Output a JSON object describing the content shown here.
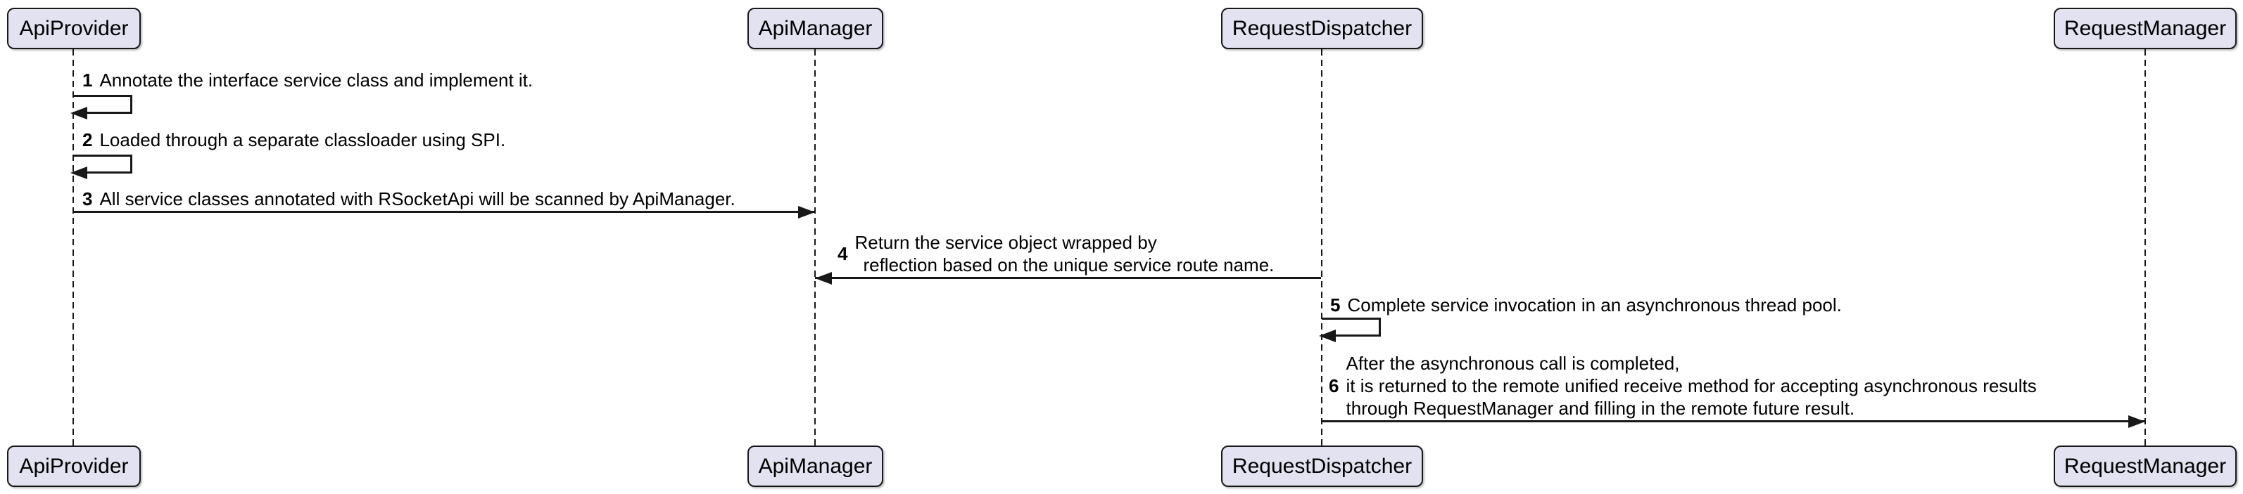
{
  "diagram_type": "sequence",
  "participants": [
    {
      "name": "ApiProvider"
    },
    {
      "name": "ApiManager"
    },
    {
      "name": "RequestDispatcher"
    },
    {
      "name": "RequestManager"
    }
  ],
  "messages": [
    {
      "num": "1",
      "from": "ApiProvider",
      "to": "ApiProvider",
      "kind": "self",
      "lines": [
        "Annotate the interface service class and implement it."
      ]
    },
    {
      "num": "2",
      "from": "ApiProvider",
      "to": "ApiProvider",
      "kind": "self",
      "lines": [
        "Loaded through a separate classloader using SPI."
      ]
    },
    {
      "num": "3",
      "from": "ApiProvider",
      "to": "ApiManager",
      "kind": "call",
      "lines": [
        "All service classes annotated with RSocketApi will be scanned by ApiManager."
      ]
    },
    {
      "num": "4",
      "from": "RequestDispatcher",
      "to": "ApiManager",
      "kind": "call",
      "lines": [
        "Return the service object wrapped by",
        "reflection based on the unique service route name."
      ]
    },
    {
      "num": "5",
      "from": "RequestDispatcher",
      "to": "RequestDispatcher",
      "kind": "self",
      "lines": [
        "Complete service invocation in an asynchronous thread pool."
      ]
    },
    {
      "num": "6",
      "from": "RequestDispatcher",
      "to": "RequestManager",
      "kind": "call",
      "lines": [
        "After the asynchronous call is completed,",
        "it is returned to the remote unified receive method for accepting asynchronous results",
        "through RequestManager and filling in the remote future result."
      ]
    }
  ],
  "colors": {
    "participant_fill": "#E2E2F0",
    "stroke": "#181818",
    "text": "#000000",
    "background": "#FFFFFF"
  }
}
